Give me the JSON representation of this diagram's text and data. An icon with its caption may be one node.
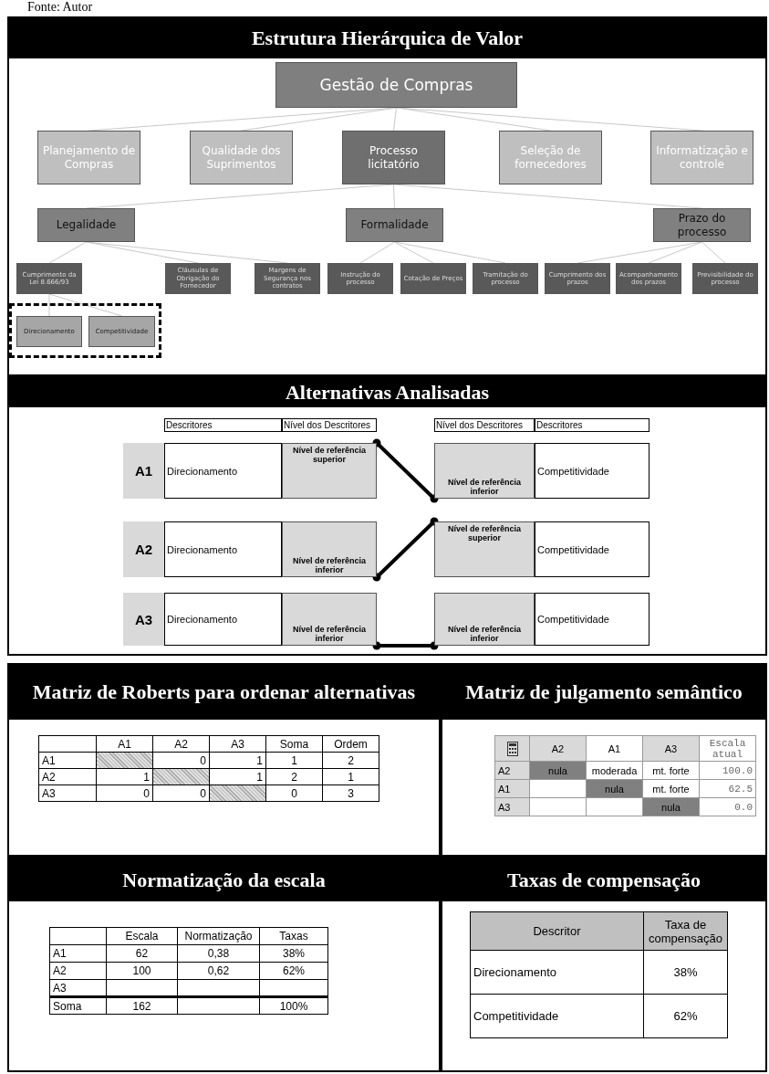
{
  "diagram": {
    "caption": "Fonte: Autor",
    "nodes": [
      {
        "text": [
          "Estrutura Hierárquica de Valor"
        ]
      },
      {
        "text": [
          "Gestão de Compras"
        ],
        "in": 0
      },
      {
        "text": [
          "Planejamento de Compras"
        ],
        "in": 0
      },
      {
        "text": [
          "Qualidade dos Suprimentos"
        ],
        "in": 0
      },
      {
        "text": [
          "Processo licitatório"
        ],
        "in": 0
      },
      {
        "text": [
          "Seleção de fornecedores"
        ],
        "in": 0
      },
      {
        "text": [
          "Informatização e controle"
        ],
        "in": 0
      },
      {
        "text": [
          "Legalidade"
        ],
        "in": 0
      },
      {
        "text": [
          "Formalidade"
        ],
        "in": 0
      },
      {
        "text": [
          "Prazo do processo"
        ],
        "in": 0
      },
      {
        "text": [
          "Cumprimento da Lei 8.666/93"
        ],
        "in": 0
      },
      {
        "text": [
          "Cláusulas de Obrigação do Fornecedor"
        ],
        "in": 0
      },
      {
        "text": [
          "Margens de Segurança nos contratos"
        ],
        "in": 0
      },
      {
        "text": [
          "Instrução do processo"
        ],
        "in": 0
      },
      {
        "text": [
          "Cotação de Preços"
        ],
        "in": 0
      },
      {
        "text": [
          "Tramitação do processo"
        ],
        "in": 0
      },
      {
        "text": [
          "Cumprimento dos prazos"
        ],
        "in": 0
      },
      {
        "text": [
          "Acompanhamento dos prazos"
        ],
        "in": 0
      },
      {
        "text": [
          "Previsibilidade do processo"
        ],
        "in": 0
      },
      {
        "text": [],
        "shape": "box",
        "in": 0
      },
      {
        "text": [
          "Direcionamento"
        ],
        "in": 19
      },
      {
        "text": [
          "Competitividade"
        ],
        "in": 19
      },
      {
        "text": [
          "Alternativas Analisadas"
        ]
      },
      {
        "text": [
          "Nível de referência superior"
        ],
        "in": 22
      },
      {
        "text": [
          "Nível de referência inferior"
        ],
        "in": 22
      },
      {
        "text": [
          "Nível de referência inferior"
        ],
        "in": 22
      },
      {
        "text": [
          "Nível de referência superior"
        ],
        "in": 22
      },
      {
        "text": [
          "Nível de referência inferior"
        ],
        "in": 22
      },
      {
        "text": [
          "Nível de referência inferior"
        ],
        "in": 22
      },
      {
        "text": [
          "Matriz de Roberts para ordenar alternativas"
        ]
      },
      {
        "text": [
          "Matriz de julgamento semântico"
        ]
      },
      {
        "text": [
          "Normatização da escala"
        ]
      },
      {
        "text": [
          "Taxas de compensação"
        ]
      }
    ],
    "edges": [
      {
        "from": 1,
        "to": 2,
        "arrow": "none"
      },
      {
        "from": 1,
        "to": 3,
        "arrow": "none"
      },
      {
        "from": 1,
        "to": 4,
        "arrow": "none"
      },
      {
        "from": 1,
        "to": 5,
        "arrow": "none"
      },
      {
        "from": 1,
        "to": 6,
        "arrow": "none"
      },
      {
        "from": 4,
        "to": 7,
        "arrow": "none"
      },
      {
        "from": 4,
        "to": 8,
        "arrow": "none"
      },
      {
        "from": 4,
        "to": 9,
        "arrow": "none"
      },
      {
        "from": 7,
        "to": 10,
        "arrow": "none"
      },
      {
        "from": 7,
        "to": 11,
        "arrow": "none"
      },
      {
        "from": 7,
        "to": 12,
        "arrow": "none"
      },
      {
        "from": 8,
        "to": 13,
        "arrow": "none"
      },
      {
        "from": 8,
        "to": 14,
        "arrow": "none"
      },
      {
        "from": 8,
        "to": 15,
        "arrow": "none"
      },
      {
        "from": 9,
        "to": 16,
        "arrow": "none"
      },
      {
        "from": 9,
        "to": 17,
        "arrow": "none"
      },
      {
        "from": 9,
        "to": 18,
        "arrow": "none"
      },
      {
        "from": 10,
        "to": 20,
        "arrow": "none"
      },
      {
        "from": 10,
        "to": 21,
        "arrow": "none"
      },
      {
        "from": 23,
        "to": 24,
        "arrow": "other",
        "style": "thick",
        "color": "#000000"
      },
      {
        "from": 25,
        "to": 26,
        "arrow": "other",
        "style": "thick",
        "color": "#000000"
      },
      {
        "from": 27,
        "to": 28,
        "arrow": "other",
        "style": "thick",
        "color": "#000000"
      }
    ],
    "labels": [
      "Descritores",
      "Nível dos Descritores",
      "Nível dos Descritores",
      "Descritores",
      "A1",
      "Direcionamento",
      "Competitividade",
      "A2",
      "Direcionamento",
      "Competitividade",
      "A3",
      "Direcionamento",
      "Competitividade",
      "A1",
      "A2",
      "A3",
      "Soma",
      "Ordem",
      "A1",
      "0",
      "1",
      "1",
      "2",
      "A2",
      "1",
      "1",
      "2",
      "1",
      "A3",
      "0",
      "0",
      "0",
      "3",
      "A2",
      "A1",
      "A3",
      "Escala atual",
      "A2",
      "nula",
      "moderada",
      "mt. forte",
      "100.0",
      "A1",
      "nula",
      "mt. forte",
      "62.5",
      "A3",
      "nula",
      "0.0",
      "Escala",
      "Normatização",
      "Taxas",
      "A1",
      "62",
      "0,38",
      "38%",
      "A2",
      "100",
      "0,62",
      "62%",
      "A3",
      "Soma",
      "162",
      "100%",
      "Descritor",
      "Taxa de compensação",
      "Direcionamento",
      "38%",
      "Competitividade",
      "62%"
    ]
  }
}
